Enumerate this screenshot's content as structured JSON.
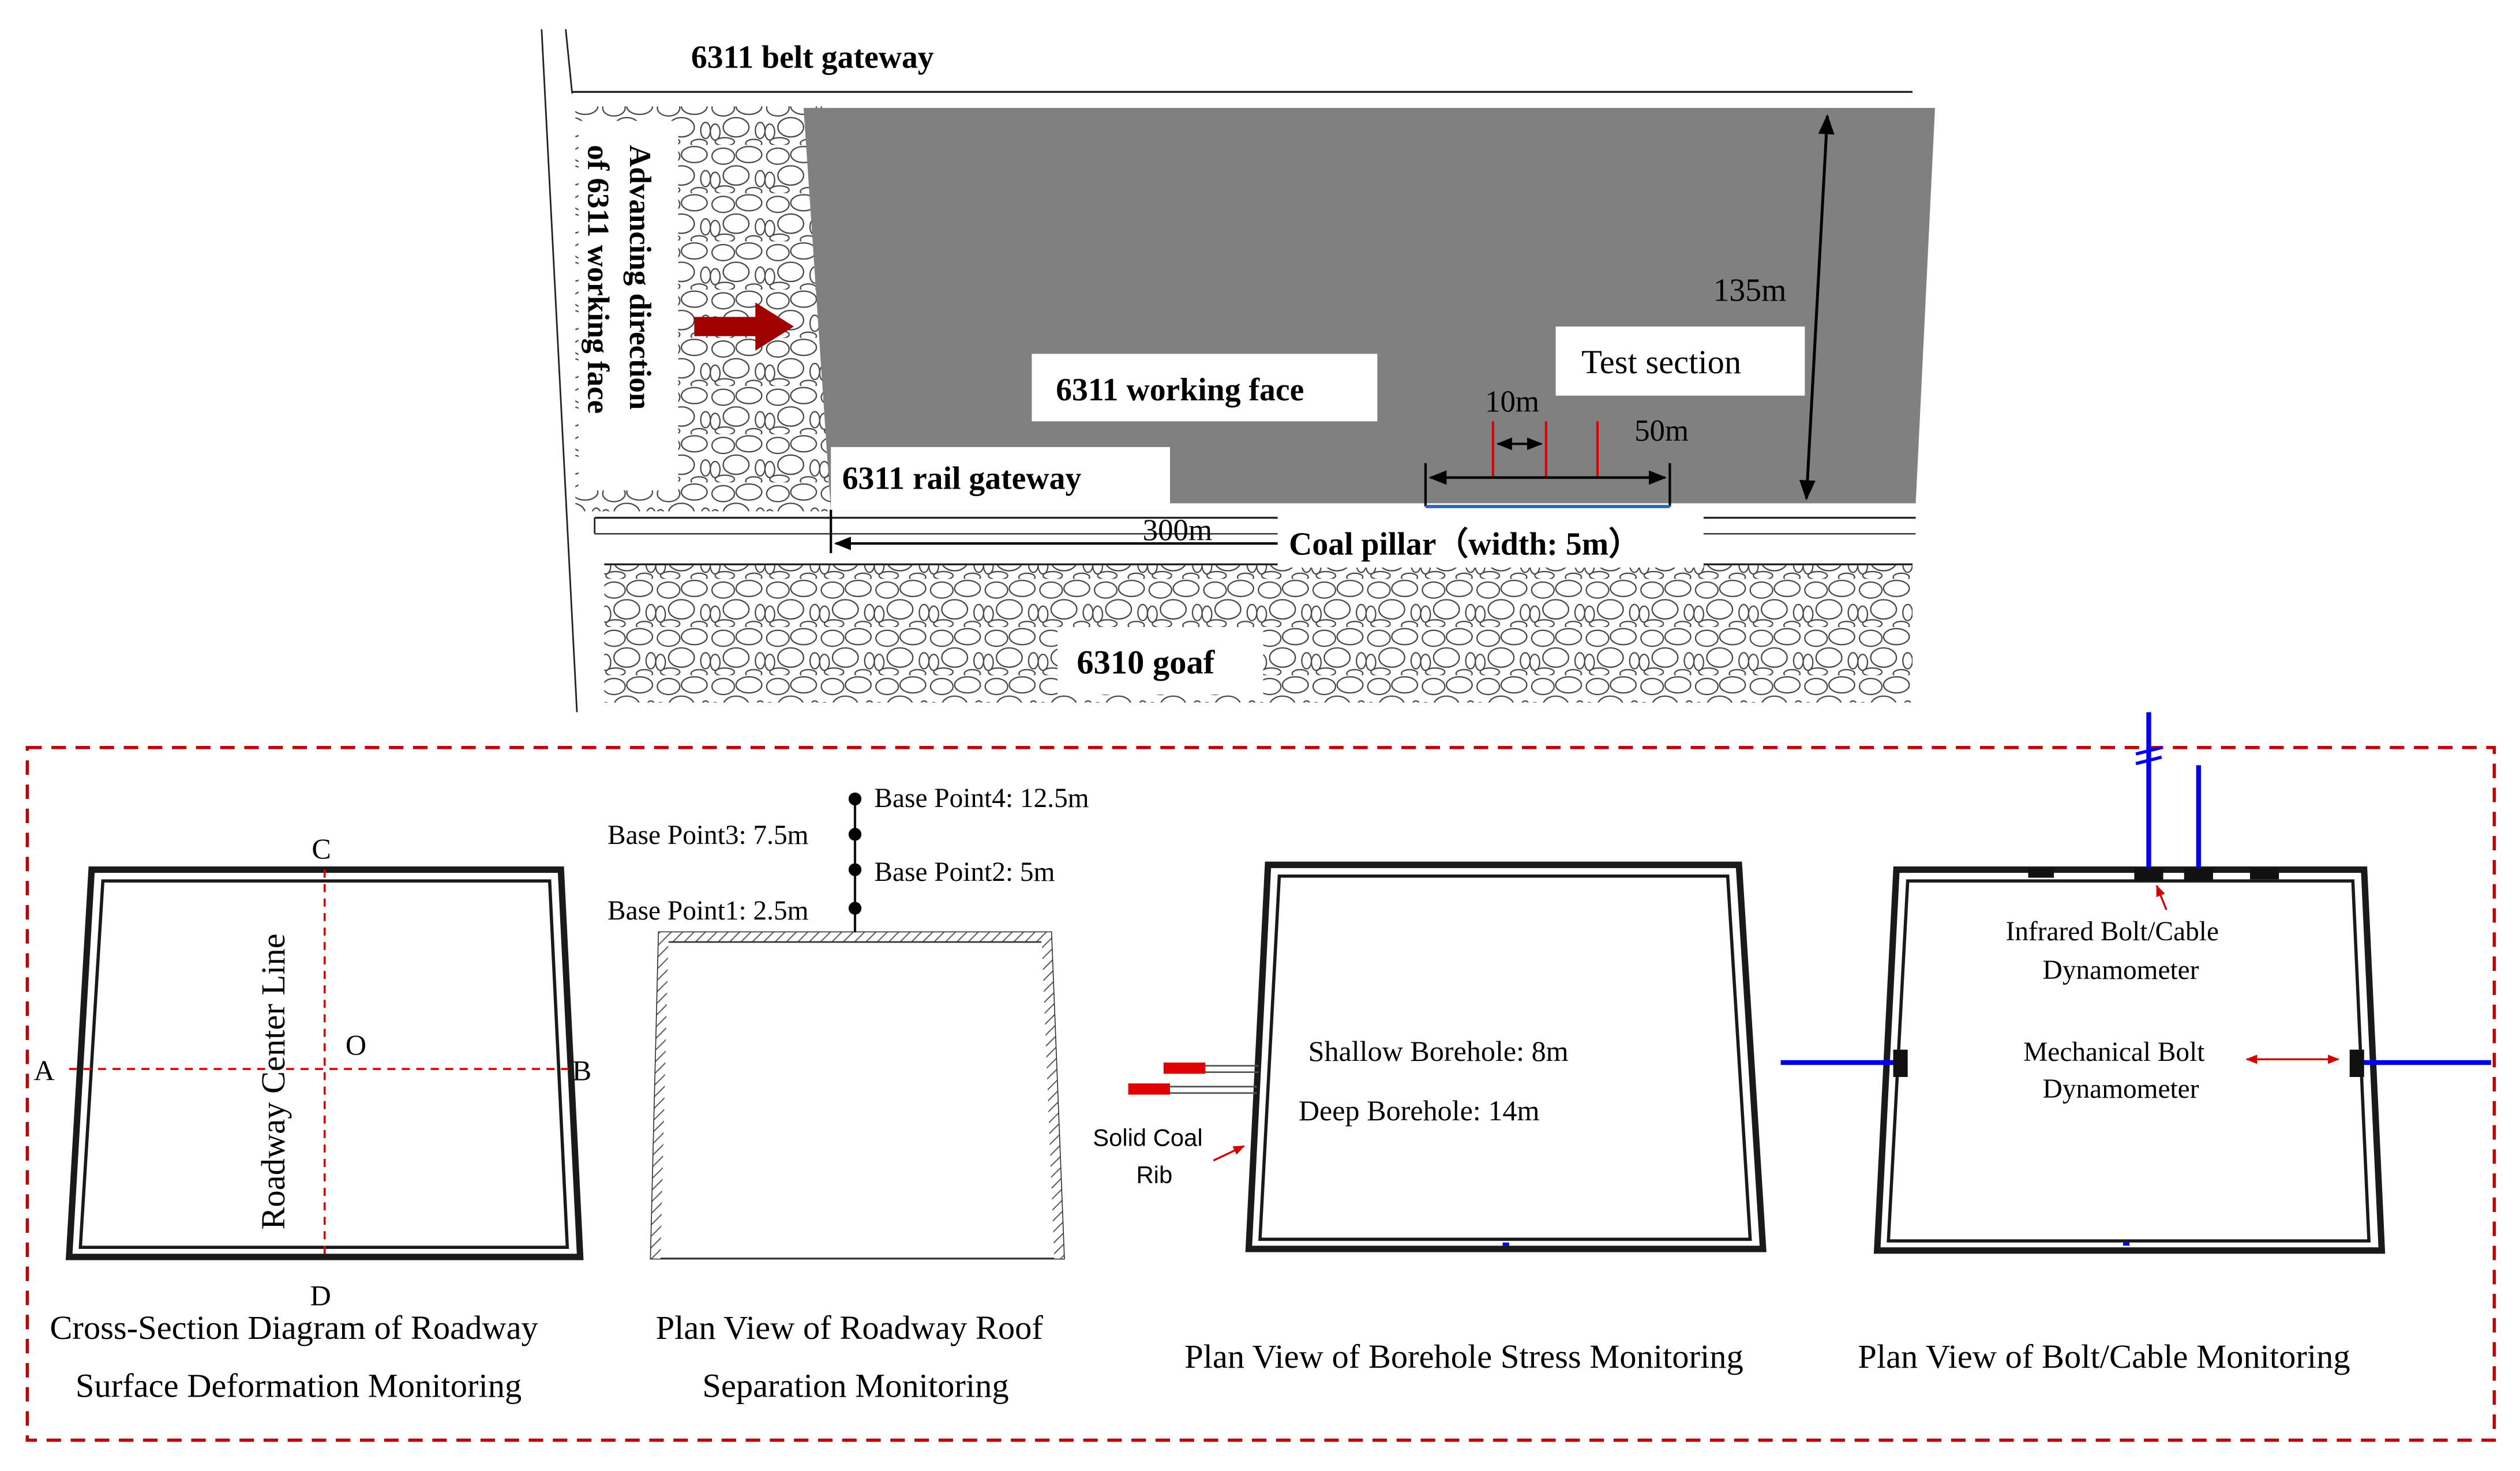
{
  "plan": {
    "belt_gateway": "6311 belt gateway",
    "advancing_line1": "Advancing direction",
    "advancing_line2": "of 6311 working face",
    "working_face": "6311 working face",
    "test_section": "Test section",
    "dim_135": "135m",
    "dim_10": "10m",
    "dim_50": "50m",
    "rail_gateway": "6311 rail gateway",
    "dim_300": "300m",
    "coal_pillar": "Coal pillar（width: 5m）",
    "goaf": "6310  goaf"
  },
  "panels": {
    "p1": {
      "label_c": "C",
      "label_d": "D",
      "label_a": "A",
      "label_b": "B",
      "label_o": "O",
      "center_line": "Roadway Center Line",
      "caption1": "Cross-Section Diagram of Roadway",
      "caption2": "Surface Deformation Monitoring"
    },
    "p2": {
      "bp4": "Base Point4: 12.5m",
      "bp3": "Base Point3: 7.5m",
      "bp2": "Base Point2: 5m",
      "bp1": "Base Point1: 2.5m",
      "caption1": "Plan View of Roadway Roof",
      "caption2": "Separation Monitoring"
    },
    "p3": {
      "shallow": "Shallow Borehole: 8m",
      "deep": "Deep Borehole: 14m",
      "rib1": "Solid Coal",
      "rib2": "Rib",
      "caption": "Plan View of Borehole Stress Monitoring"
    },
    "p4": {
      "infrared1": "Infrared Bolt/Cable",
      "infrared2": "Dynamometer",
      "mechanical1": "Mechanical Bolt",
      "mechanical2": "Dynamometer",
      "caption": "Plan View of Bolt/Cable Monitoring"
    }
  },
  "colors": {
    "working_face": "#808080",
    "dashed_frame": "#c00000",
    "advance_arrow": "#a00000",
    "cable": "#0000ee",
    "borehole": "#e00000"
  }
}
